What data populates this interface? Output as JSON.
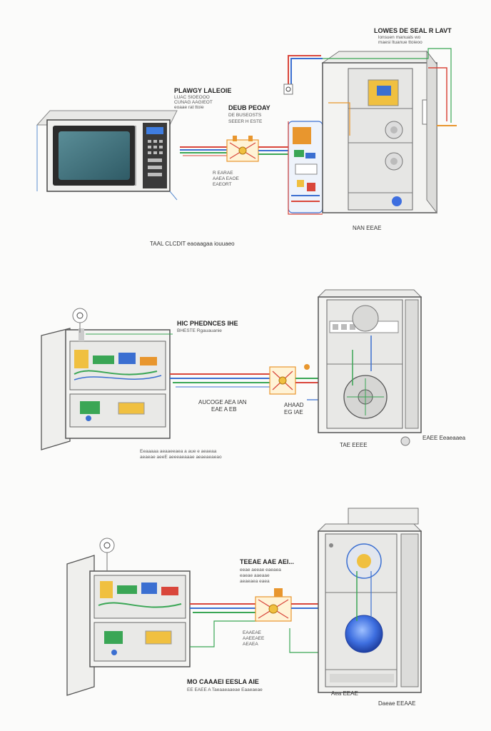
{
  "colors": {
    "wire_red": "#d9463b",
    "wire_blue": "#3b6fd1",
    "wire_green": "#3aa655",
    "wire_orange": "#e8962e",
    "appliance_body": "#f1f1ef",
    "appliance_edge": "#6d6d6d",
    "accent_blue": "#2f5fd0",
    "screen": "#3e6f7a"
  },
  "icons": [
    "microwave-icon",
    "refrigerator-icon",
    "cabinet-icon",
    "relay-icon",
    "fan-icon",
    "pump-icon",
    "gauge-icon"
  ],
  "panel1": {
    "title": "LOWES DE SEAL R LAVT",
    "title_sub1": "lonsuen manuals wo",
    "title_sub2": "maesi ltuanue ttoieoo",
    "label_a": "PLAWGY LALEOIE",
    "label_a_sub1": "LUAC SIOEOOO",
    "label_a_sub2": "CUNAG AAGIEOT",
    "label_a_sub3": "eoaae rat ttoie",
    "label_b": "DEUB PEOAY",
    "label_b_sub1": "DE BUSEOSTS",
    "label_b_sub2": "SEEER H ESTE",
    "relay_note1": "R EARAE",
    "relay_note2": "AAEA EAOE",
    "relay_note3": "EAEORT",
    "bottom_left": "TAAL CLCDIT eaoaagaa iouuaeo",
    "bottom_right": "NAN EEAE"
  },
  "panel2": {
    "label_a": "HIC PHEDNCES IHE",
    "label_a_sub": "BHESTE Rgauauanie",
    "mid_label1": "AUCOGE AEA IAN",
    "mid_label2": "EAE A EB",
    "relay_label1": "AHAAD",
    "relay_label2": "EG IAE",
    "caption1": "Eeaaaaa aeaaeeaea a aue e aeaeaa",
    "caption2": "aeaeae aeeE aeeeaeaaae aeaeaeaeao",
    "bottom_right1": "TAE EEEE",
    "bottom_right2": "EAEE Eeaeaaea"
  },
  "panel3": {
    "label_a": "TEEAE AAE AEI...",
    "label_a_sub1": "eeae aeeae eaeaea",
    "label_a_sub2": "eaeae aaeaae",
    "label_a_sub3": "aeaeaea eaea",
    "relay_note1": "EAAEAE",
    "relay_note2": "AAEEAEE",
    "relay_note3": "AEAEA",
    "bottom_title": "MO CAAAEI EESLA AIE",
    "bottom_sub": "EE EAEE A Taeaaeaaeae Eaaeaeae",
    "bottom_right1": "Aea EEAE",
    "bottom_right2": "Daeae EEAAE"
  }
}
